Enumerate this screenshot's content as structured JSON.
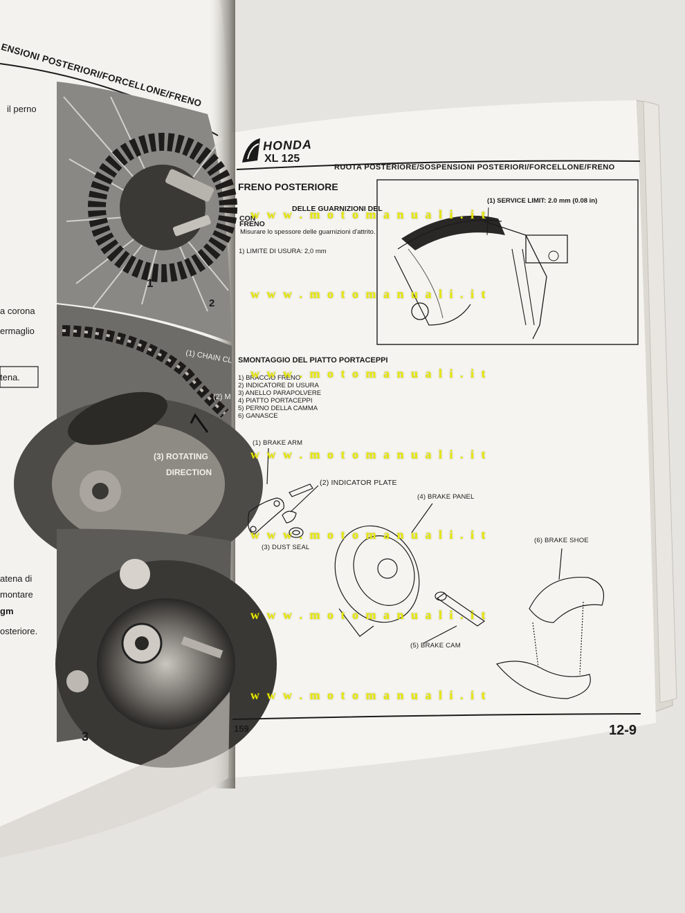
{
  "left_page": {
    "header": "ENSIONI POSTERIORI/FORCELLONE/FRENO",
    "text_fragments": [
      "il perno",
      "a corona",
      "ermaglio",
      "tena.",
      "atena di",
      "montare",
      "gm",
      "osteriore."
    ],
    "photo_callouts": {
      "top": [
        "1",
        "2"
      ],
      "middle": [
        "(1) CHAIN CL",
        "(2) M",
        "(3) ROTATING",
        "DIRECTION"
      ],
      "bottom": [
        "3"
      ]
    },
    "page_number": "159"
  },
  "right_page": {
    "brand": "HONDA",
    "model": "XL 125",
    "header": "RUOTA POSTERIORE/SOSPENSIONI POSTERIORI/FORCELLONE/FRENO",
    "section_title": "FRENO POSTERIORE",
    "subheading_1": "CON",
    "subheading_2": "DELLE GUARNIZIONI DEL",
    "subheading_3": "FRENO",
    "instruction": "Misurare lo spessore delle guarnizioni d'attrito.",
    "limit_note": "1) LIMITE DI USURA: 2,0 mm",
    "service_limit_callout": "(1) SERVICE LIMIT:  2.0 mm  (0.08 in)",
    "disassembly_title": "SMONTAGGIO DEL PIATTO PORTACEPPI",
    "parts_list": [
      "1) BRACCIO FRENO",
      "2) INDICATORE DI USURA",
      "3) ANELLO PARAPOLVERE",
      "4) PIATTO PORTACEPPI",
      "5) PERNO DELLA CAMMA",
      "6) GANASCE"
    ],
    "diagram_labels": {
      "brake_arm": "(1) BRAKE ARM",
      "indicator_plate": "(2) INDICATOR PLATE",
      "dust_seal": "(3) DUST SEAL",
      "brake_panel": "(4) BRAKE PANEL",
      "brake_cam": "(5) BRAKE CAM",
      "brake_shoe": "(6) BRAKE SHOE"
    },
    "page_code": "12-9"
  },
  "watermark": "w w w . m o t o m a n u a l i . i t",
  "colors": {
    "watermark": "#e8e800",
    "paper": "#f3f1ec",
    "ink": "#1a1a1a",
    "background": "#e6e4e0"
  }
}
